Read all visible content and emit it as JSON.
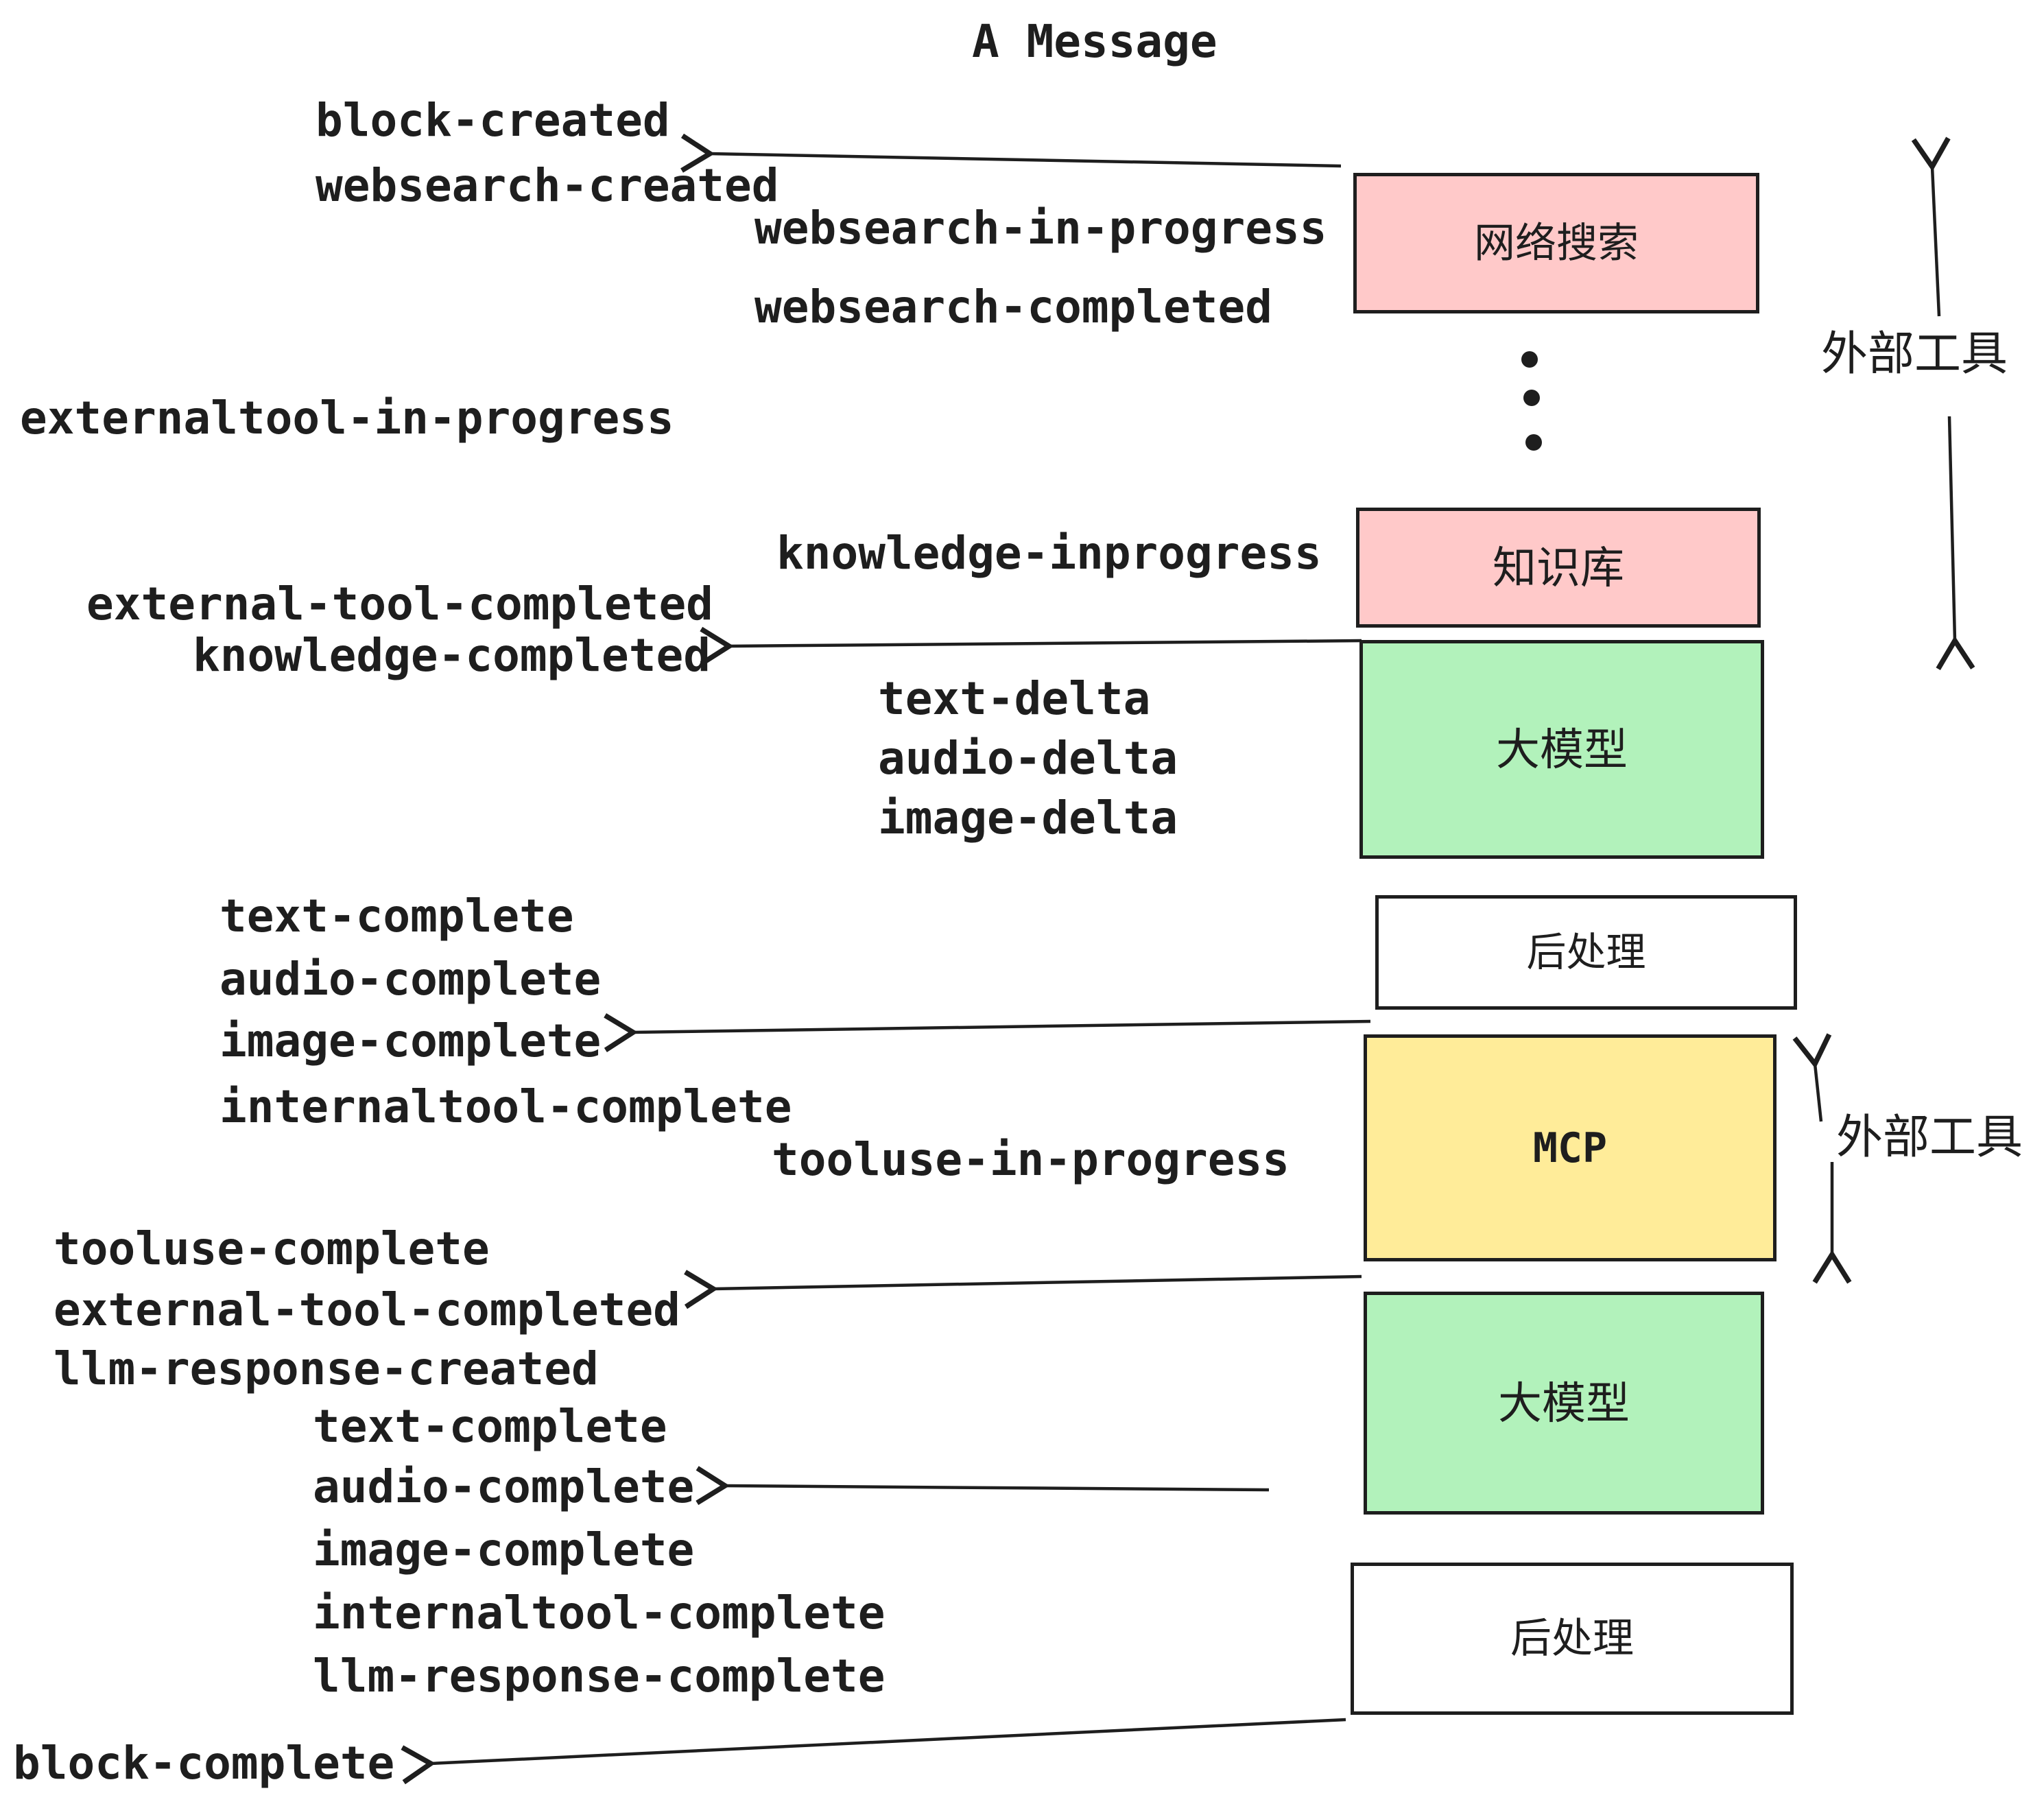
{
  "title": {
    "text": "A Message"
  },
  "boxes": [
    {
      "id": "websearch",
      "label": "网络搜索",
      "color": "#ffc9c9"
    },
    {
      "id": "knowledge",
      "label": "知识库",
      "color": "#ffc9c9"
    },
    {
      "id": "llm-1",
      "label": "大模型",
      "color": "#b2f2bb"
    },
    {
      "id": "post-1",
      "label": "后处理",
      "color": "#ffffff"
    },
    {
      "id": "mcp",
      "label": "MCP",
      "color": "#ffec99"
    },
    {
      "id": "llm-2",
      "label": "大模型",
      "color": "#b2f2bb"
    },
    {
      "id": "post-2",
      "label": "后处理",
      "color": "#ffffff"
    }
  ],
  "events": [
    {
      "text": "block-created"
    },
    {
      "text": "websearch-created"
    },
    {
      "text": "websearch-in-progress"
    },
    {
      "text": "websearch-completed"
    },
    {
      "text": "externaltool-in-progress"
    },
    {
      "text": "knowledge-inprogress"
    },
    {
      "text": "external-tool-completed"
    },
    {
      "text": "knowledge-completed"
    },
    {
      "text": "text-delta"
    },
    {
      "text": "audio-delta"
    },
    {
      "text": "image-delta"
    },
    {
      "text": "text-complete"
    },
    {
      "text": "audio-complete"
    },
    {
      "text": "image-complete"
    },
    {
      "text": "internaltool-complete"
    },
    {
      "text": "tooluse-in-progress"
    },
    {
      "text": "tooluse-complete"
    },
    {
      "text": "external-tool-completed"
    },
    {
      "text": "llm-response-created"
    },
    {
      "text": "text-complete"
    },
    {
      "text": "audio-complete"
    },
    {
      "text": "image-complete"
    },
    {
      "text": "internaltool-complete"
    },
    {
      "text": "llm-response-complete"
    },
    {
      "text": "block-complete"
    }
  ],
  "side_labels": [
    {
      "text": "外部工具"
    },
    {
      "text": "外部工具"
    }
  ],
  "colors": {
    "stroke": "#1e1e1e",
    "pink": "#ffc9c9",
    "green": "#b2f2bb",
    "yellow": "#ffec99",
    "white": "#ffffff"
  }
}
